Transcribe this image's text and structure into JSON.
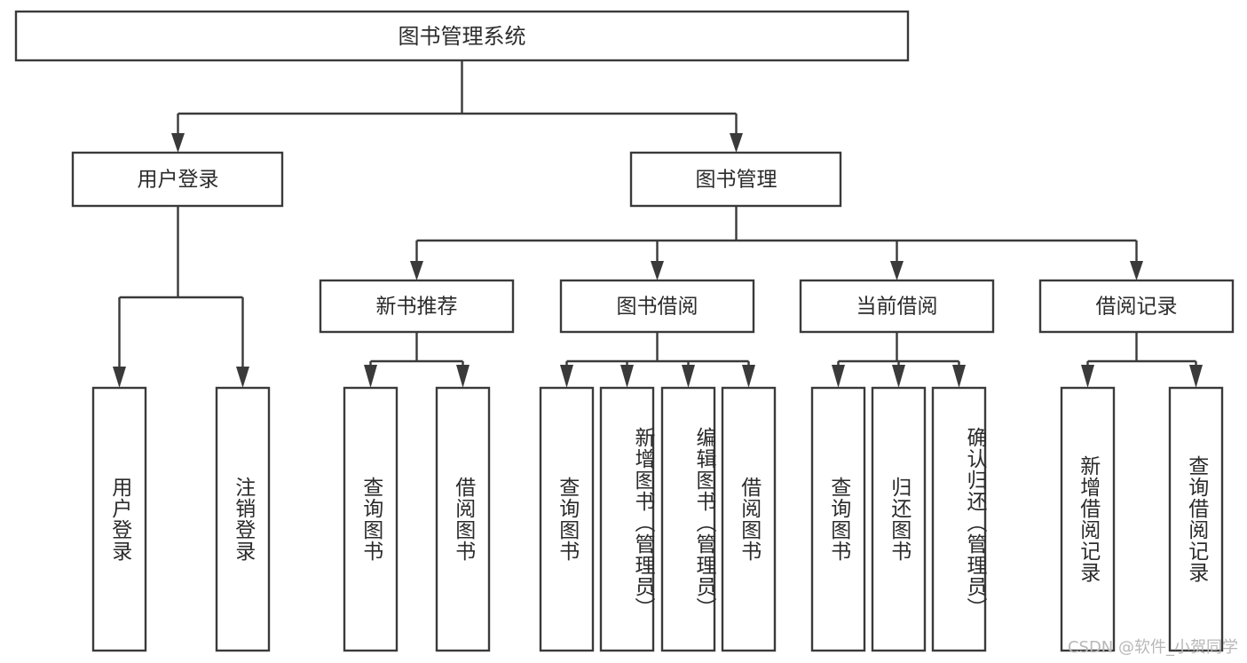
{
  "diagram": {
    "kind": "tree-hierarchy-chart",
    "title": "图书管理系统",
    "watermark": "CSDN @软件_小贺同学",
    "colors": {
      "background": "#ffffff",
      "stroke": "#3a3a3a",
      "box_fill": "#ffffff",
      "text": "#2b2b2b",
      "watermark": "#b8b8b8"
    },
    "levels": {
      "root": {
        "label": "图书管理系统"
      },
      "level2": [
        {
          "label": "用户登录"
        },
        {
          "label": "图书管理"
        }
      ],
      "level3": [
        {
          "label": "新书推荐"
        },
        {
          "label": "图书借阅"
        },
        {
          "label": "当前借阅"
        },
        {
          "label": "借阅记录"
        }
      ],
      "leaves": {
        "user_login": [
          {
            "label": "用户登录"
          },
          {
            "label": "注销登录"
          }
        ],
        "new_book_recommend": [
          {
            "label": "查询图书"
          },
          {
            "label": "借阅图书"
          }
        ],
        "book_borrow": [
          {
            "label": "查询图书"
          },
          {
            "label": "新增图书（管理员）"
          },
          {
            "label": "编辑图书（管理员）"
          },
          {
            "label": "借阅图书"
          }
        ],
        "current_borrow": [
          {
            "label": "查询图书"
          },
          {
            "label": "归还图书"
          },
          {
            "label": "确认归还（管理员）"
          }
        ],
        "borrow_record": [
          {
            "label": "新增借阅记录"
          },
          {
            "label": "查询借阅记录"
          }
        ]
      }
    }
  }
}
